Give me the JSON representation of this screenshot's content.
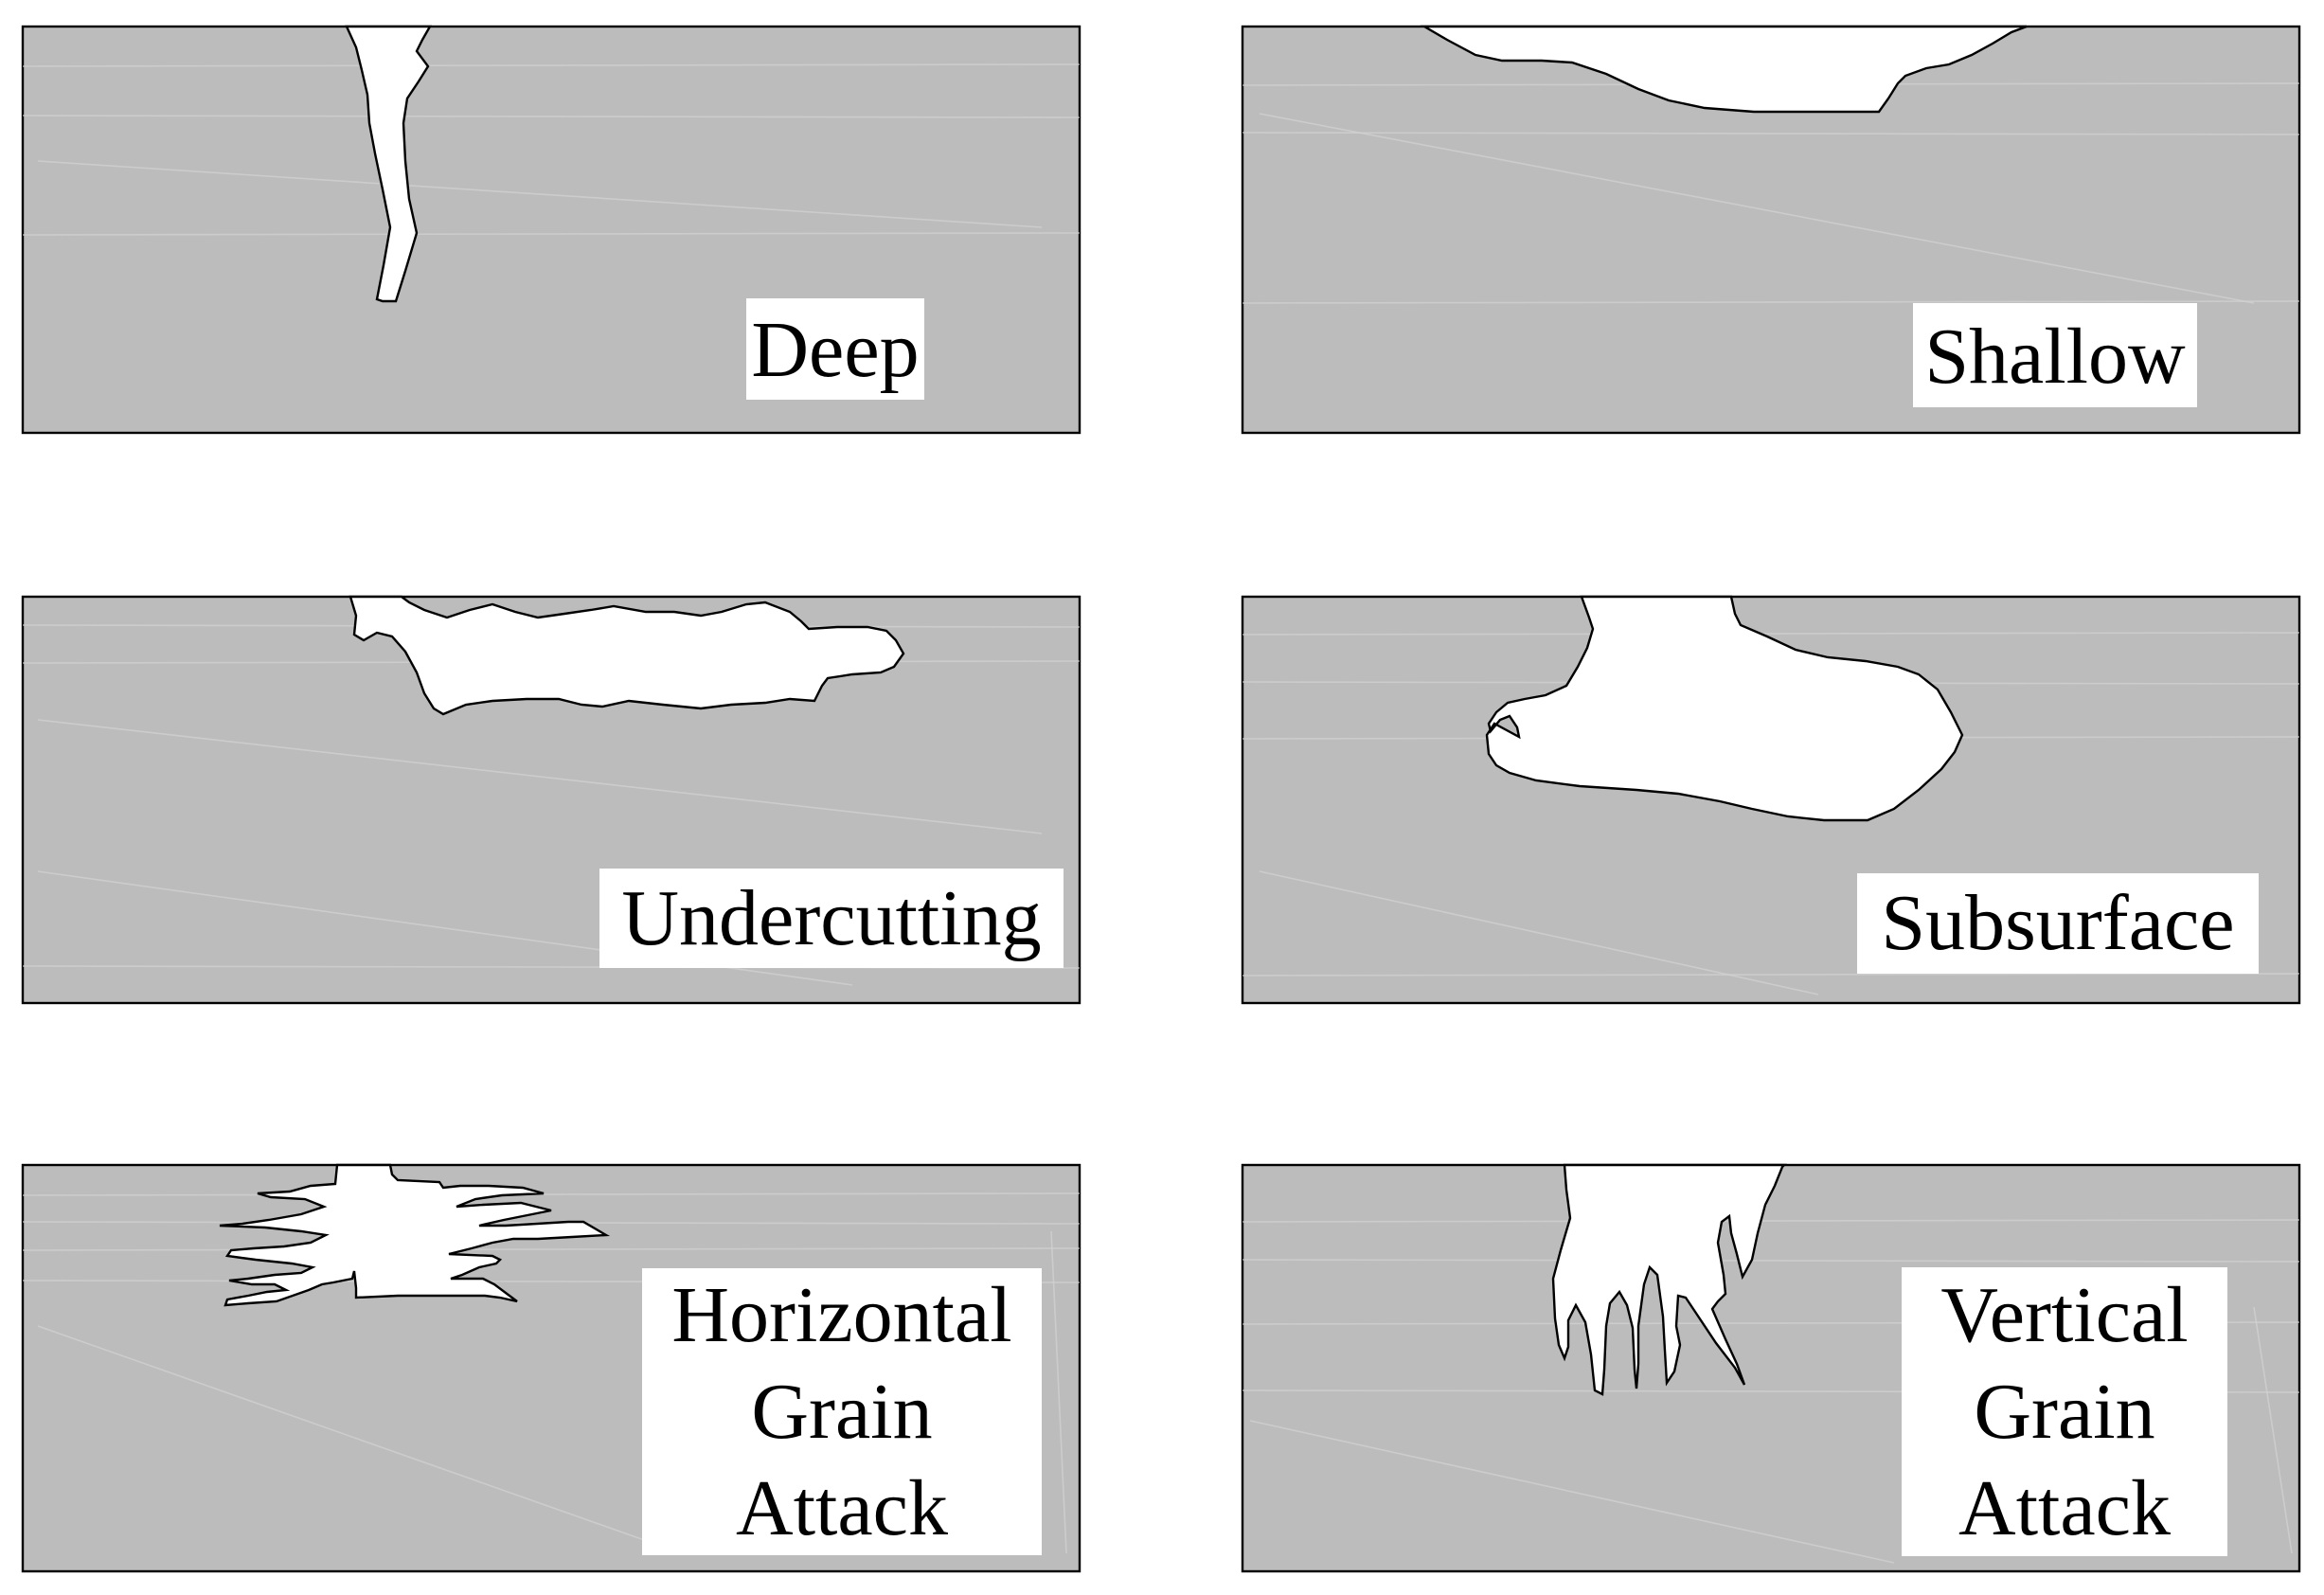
{
  "panels": [
    {
      "id": "deep",
      "label_lines": [
        "Deep"
      ]
    },
    {
      "id": "shallow",
      "label_lines": [
        "Shallow"
      ]
    },
    {
      "id": "undercutting",
      "label_lines": [
        "Undercutting"
      ]
    },
    {
      "id": "subsurface",
      "label_lines": [
        "Subsurface"
      ]
    },
    {
      "id": "horizontal",
      "label_lines": [
        "Horizontal",
        "Grain",
        "Attack"
      ]
    },
    {
      "id": "vertical",
      "label_lines": [
        "Vertical",
        "Grain",
        "Attack"
      ]
    }
  ],
  "colors": {
    "material": "#bcbcbc",
    "outline": "#000000",
    "pit": "#ffffff"
  }
}
